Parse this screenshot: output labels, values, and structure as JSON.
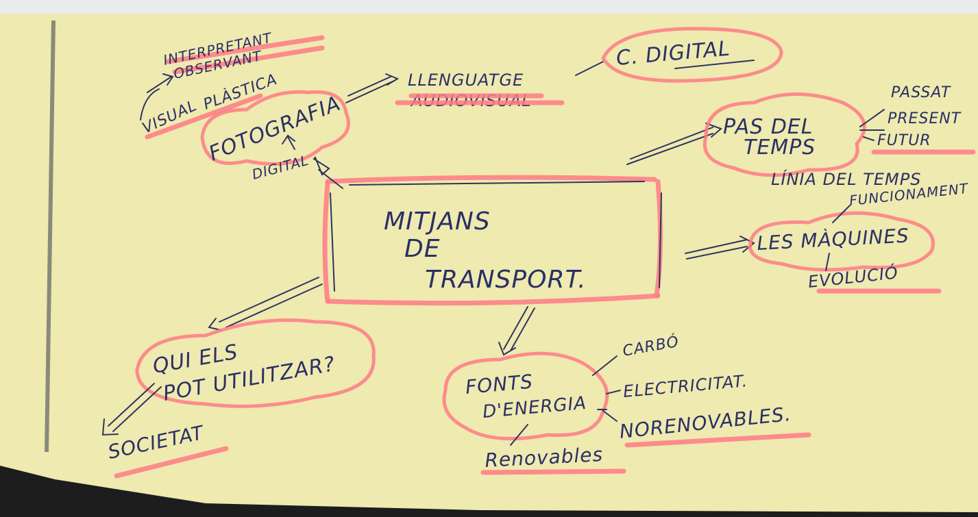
{
  "map": {
    "center": {
      "line1": "MITJANS",
      "line2": "DE",
      "line3": "TRANSPORT."
    },
    "top_left": {
      "line1": "INTERPRETANT",
      "line2": "OBSERVANT",
      "visual": "VISUAL",
      "plastica": "PLÀSTICA",
      "fotografia": "FOTOGRAFIA",
      "digital": "DIGITAL"
    },
    "llenguatge": {
      "line1": "LLENGUATGE",
      "line2": "AUDIOVISUAL"
    },
    "c_digital": "C. DIGITAL",
    "pas_del_temps": {
      "line1": "PAS DEL",
      "line2": "TEMPS",
      "passat": "PASSAT",
      "present": "PRESENT",
      "futur": "FUTUR",
      "linia": "LÍNIA DEL TEMPS"
    },
    "maquines": {
      "main": "LES MÀQUINES",
      "funcionament": "FUNCIONAMENT",
      "evolucio": "EVOLUCIÓ"
    },
    "qui": {
      "line1": "QUI ELS",
      "line2": "POT UTILITZAR?",
      "societat": "SOCIETAT"
    },
    "fonts": {
      "line1": "FONTS",
      "line2": "D'ENERGIA",
      "carbo": "CARBÓ",
      "electricitat": "ELECTRICITAT.",
      "norenovables": "NORENOVABLES.",
      "renovables": "Renovables"
    }
  }
}
